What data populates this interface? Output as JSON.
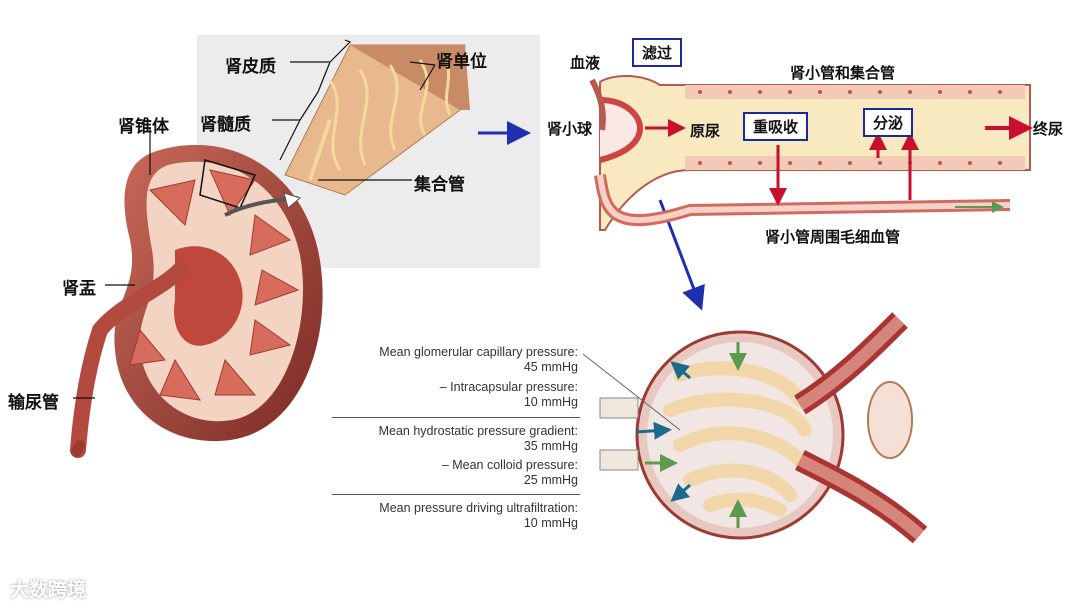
{
  "kidney": {
    "labels": {
      "cortex": "肾皮质",
      "medulla": "肾髓质",
      "nephron": "肾单位",
      "collecting_duct": "集合管",
      "pyramid": "肾锥体",
      "pelvis": "肾盂",
      "ureter": "输尿管"
    }
  },
  "tubule": {
    "labels": {
      "blood": "血液",
      "filtration": "滤过",
      "tubule_and_duct": "肾小管和集合管",
      "glomerulus": "肾小球",
      "primary_urine": "原尿",
      "reabsorption": "重吸收",
      "secretion": "分泌",
      "final_urine": "终尿",
      "capillary": "肾小管周围毛细血管"
    }
  },
  "pressures": {
    "glomerular_label": "Mean glomerular capillary pressure:",
    "glomerular_value": "45 mmHg",
    "capsular_label": "– Intracapsular pressure:",
    "capsular_value": "10 mmHg",
    "gradient_label": "Mean hydrostatic pressure gradient:",
    "gradient_value": "35 mmHg",
    "colloid_label": "– Mean colloid pressure:",
    "colloid_value": "25 mmHg",
    "driving_label": "Mean pressure driving ultrafiltration:",
    "driving_value": "10 mmHg"
  },
  "watermark": "大数跨境",
  "colors": {
    "arrow_blue": "#1f2fb0",
    "arrow_red": "#c8102e",
    "tissue": "#9c3a33",
    "tubule_fill": "#f8e9c0"
  }
}
